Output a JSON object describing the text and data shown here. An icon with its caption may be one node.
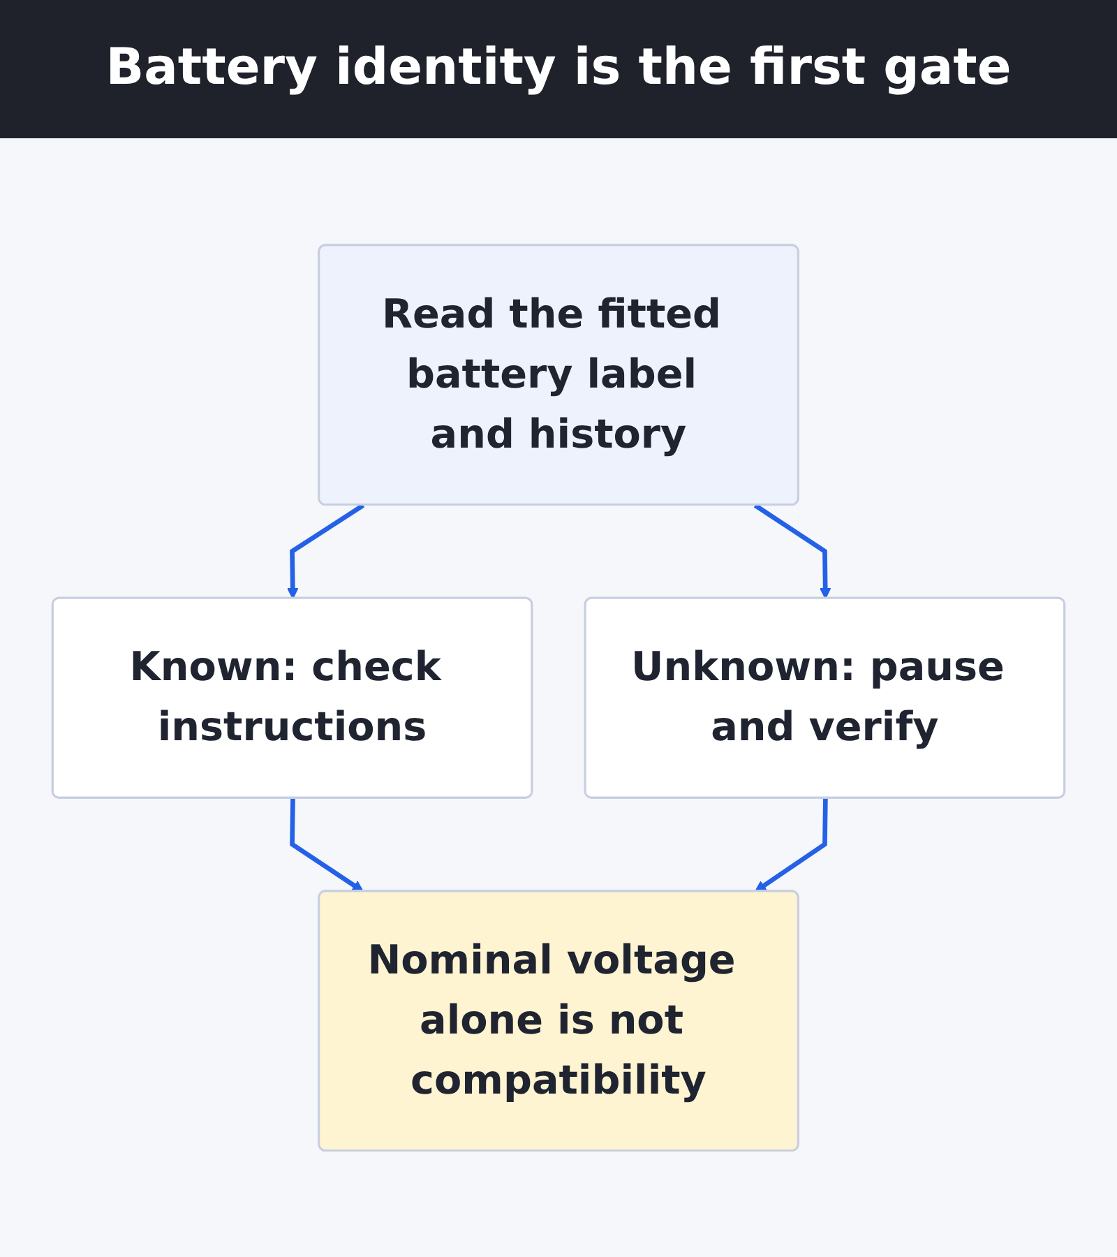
{
  "diagram": {
    "title": "Battery identity is the first gate",
    "nodes": [
      {
        "text": [
          "Read the fitted battery label and history"
        ]
      },
      {
        "text": [
          "Known: check instructions"
        ]
      },
      {
        "text": [
          "Unknown: pause and verify"
        ]
      },
      {
        "text": [
          "Nominal voltage alone is not compatibility"
        ]
      }
    ],
    "edges": [
      {
        "from": 0,
        "to": 1,
        "arrow": "to"
      },
      {
        "from": 0,
        "to": 2,
        "arrow": "to"
      },
      {
        "from": 1,
        "to": 3,
        "arrow": "to"
      },
      {
        "from": 2,
        "to": 3,
        "arrow": "to"
      }
    ]
  }
}
